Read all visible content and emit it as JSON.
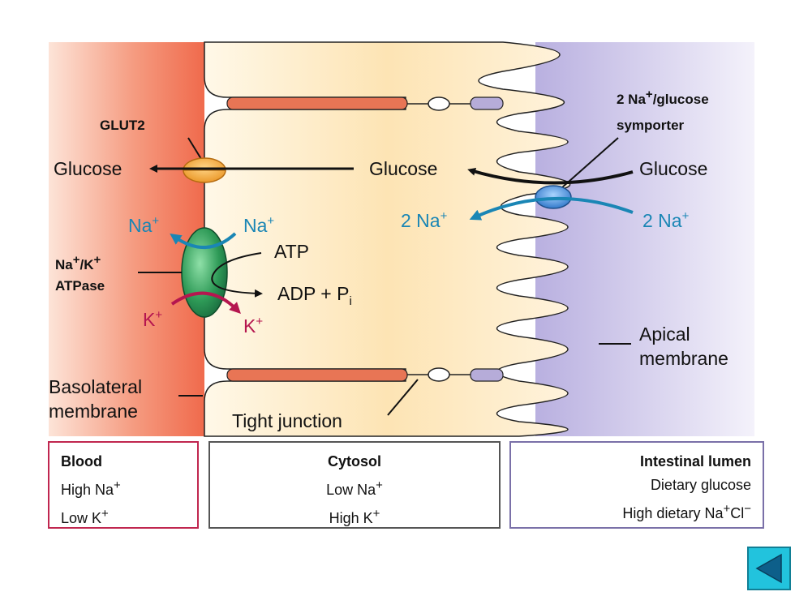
{
  "labels": {
    "glut2": "GLUT2",
    "glucose_blood": "Glucose",
    "glucose_cytosol": "Glucose",
    "glucose_lumen": "Glucose",
    "symporter_line1": "2 Na",
    "symporter_sup": "+",
    "symporter_line1_rest": "/glucose",
    "symporter_line2": "symporter",
    "na_blood": "Na",
    "na_cytosol_pump": "Na",
    "plus": "+",
    "na_cytosol_2": "2 Na",
    "na_lumen_2": "2 Na",
    "atpase_line1_a": "Na",
    "atpase_line1_b": "/K",
    "atpase_line2": "ATPase",
    "atp": "ATP",
    "adp": "ADP + P",
    "adp_sub": "i",
    "k_blood": "K",
    "k_cytosol": "K",
    "apical_line1": "Apical",
    "apical_line2": "membrane",
    "basolateral_line1": "Basolateral",
    "basolateral_line2": "membrane",
    "tight_junction": "Tight junction"
  },
  "boxes": {
    "blood": {
      "title": "Blood",
      "line1": "High Na",
      "line1_sup": "+",
      "line2": "Low K",
      "line2_sup": "+"
    },
    "cytosol": {
      "title": "Cytosol",
      "line1": "Low Na",
      "line1_sup": "+",
      "line2": "High K",
      "line2_sup": "+"
    },
    "lumen": {
      "title": "Intestinal lumen",
      "line1": "Dietary glucose",
      "line2": "High dietary Na",
      "line2_sup": "+",
      "line2_rest": "Cl",
      "line2_sup2": "−"
    }
  },
  "colors": {
    "blood": "#f26b4f",
    "cytosol": "#fde6bd",
    "lumen": "#c9c2e6",
    "sodium_arrow": "#1a86b5",
    "potassium_arrow": "#b5164f",
    "atpase": "#1f8a4c",
    "glut2": "#f0a531",
    "symporter": "#2f7fd0",
    "nav_button": "#22c3dd"
  },
  "nav": {
    "back_icon": "triangle-left-icon"
  }
}
